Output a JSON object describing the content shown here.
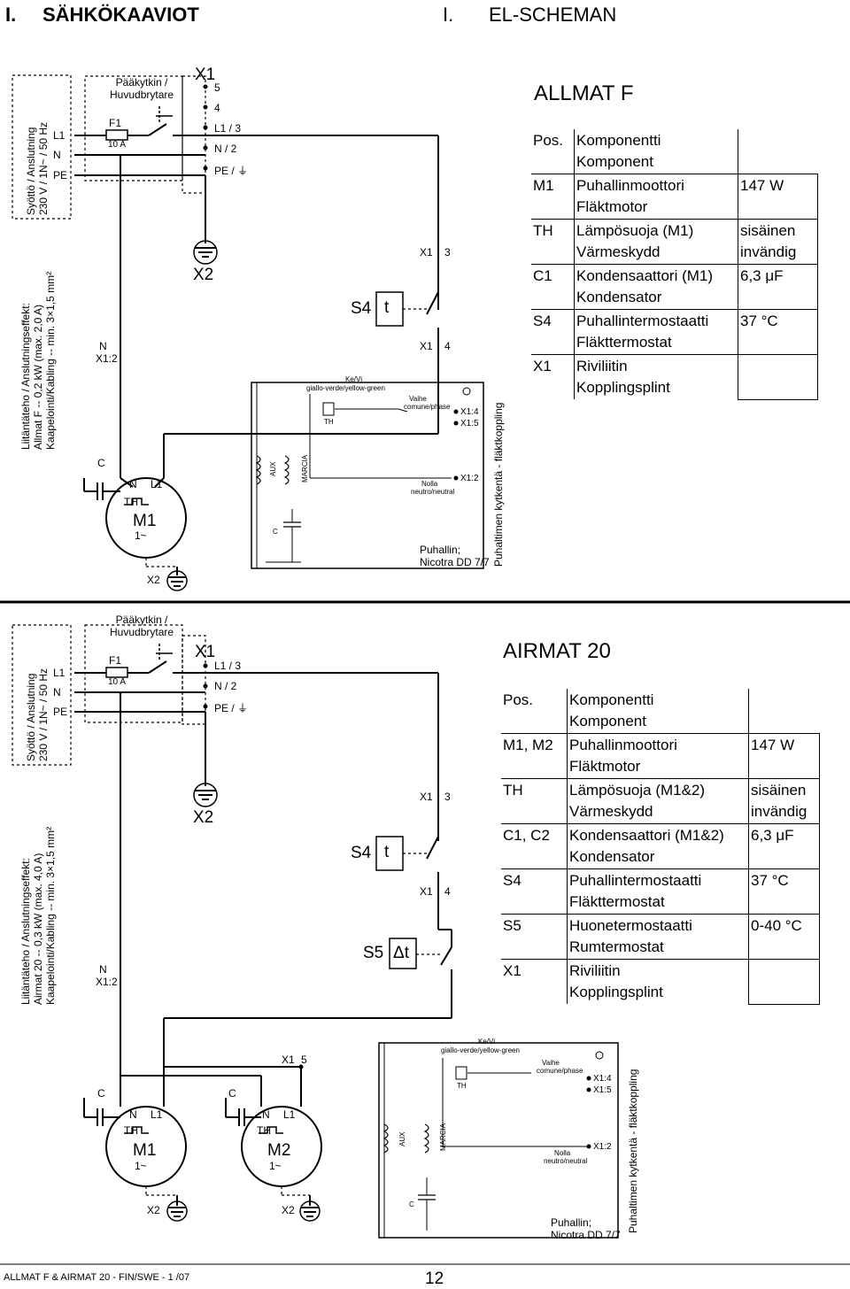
{
  "header": {
    "left_num": "I.",
    "left_title": "SÄHKÖKAAVIOT",
    "right_num": "I.",
    "right_title": "EL-SCHEMAN"
  },
  "diagram1": {
    "title": "ALLMAT F",
    "main_switch": [
      "Pääkytkin /",
      "Huvudbrytare"
    ],
    "supply_vertical": [
      "Syöttö / Anslutning",
      "230 V / 1N~ / 50 Hz"
    ],
    "power_vertical": [
      "Liitäntäteho / Anslutningseffekt:",
      "Allmat F  -- 0,2 kW (max. 2,0 A)",
      "Kaapelointi/Kabling -- min. 3×1,5 mm²"
    ],
    "terminals": [
      "L1",
      "N",
      "PE"
    ],
    "fuse": [
      "F1",
      "10 A"
    ],
    "x1_label": "X1",
    "x1_pins": [
      "5",
      "4",
      "L1 / 3",
      "N / 2",
      "PE / ⏚"
    ],
    "x2_label": "X2",
    "n_x12": [
      "N",
      "X1:2"
    ],
    "s4": "S4",
    "t_sym": "t",
    "x1_3": [
      "X1",
      "3"
    ],
    "x1_4": [
      "X1",
      "4"
    ],
    "motor": {
      "c": "C",
      "n": "N",
      "l1": "L1",
      "th": "TH",
      "m": "M1",
      "phase": "1~",
      "x2": "X2"
    },
    "fan_box": {
      "kel_vi": "Ke/Vi",
      "yg": "giallo-verde/yellow-green",
      "vaihe": "Vaihe",
      "phase": "comune/phase",
      "th": "TH",
      "x14": "X1:4",
      "x15": "X1:5",
      "x12": "X1:2",
      "nolla": "Nolla",
      "neutral": "neutro/neutral",
      "aux": "AUX",
      "marcia": "MARCIA",
      "c": "C",
      "model1": "Puhallin;",
      "model2": "Nicotra DD 7/7",
      "side": "Puhaltimen kytkentä - fläktkoppling"
    },
    "table": {
      "head_pos": "Pos.",
      "head_comp": [
        "Komponentti",
        "Komponent"
      ],
      "rows": [
        {
          "pos": "M1",
          "name": [
            "Puhallinmoottori",
            "Fläktmotor"
          ],
          "val": [
            "147 W"
          ]
        },
        {
          "pos": "TH",
          "name": [
            "Lämpösuoja (M1)",
            "Värmeskydd"
          ],
          "val": [
            "sisäinen",
            "invändig"
          ]
        },
        {
          "pos": "C1",
          "name": [
            "Kondensaattori (M1)",
            "Kondensator"
          ],
          "val": [
            "6,3 μF"
          ]
        },
        {
          "pos": "S4",
          "name": [
            "Puhallintermostaatti",
            "Fläkttermostat"
          ],
          "val": [
            "37 °C"
          ]
        },
        {
          "pos": "X1",
          "name": [
            "Riviliitin",
            "Kopplingsplint"
          ],
          "val": [
            ""
          ]
        }
      ]
    }
  },
  "diagram2": {
    "title": "AIRMAT 20",
    "main_switch": [
      "Pääkytkin /",
      "Huvudbrytare"
    ],
    "supply_vertical": [
      "Syöttö / Anslutning",
      "230 V / 1N~ / 50 Hz"
    ],
    "power_vertical": [
      "Liitäntäteho / Anslutningseffekt:",
      "Airmat 20  -- 0,3 kW (max. 4,0 A)",
      "Kaapelointi/Kabling -- min. 3×1,5 mm²"
    ],
    "terminals": [
      "L1",
      "N",
      "PE"
    ],
    "fuse": [
      "F1",
      "10 A"
    ],
    "x1_label": "X1",
    "x1_pins": [
      "L1 / 3",
      "N / 2",
      "PE / ⏚"
    ],
    "x2_label": "X2",
    "n_x12": [
      "N",
      "X1:2"
    ],
    "s4": "S4",
    "s5": "S5",
    "t_sym": "t",
    "dt_sym": "Δt",
    "x1_3": [
      "X1",
      "3"
    ],
    "x1_4": [
      "X1",
      "4"
    ],
    "x1_5": [
      "X1",
      "5"
    ],
    "motor1": {
      "c": "C",
      "n": "N",
      "l1": "L1",
      "th": "TH",
      "m": "M1",
      "phase": "1~",
      "x2": "X2"
    },
    "motor2": {
      "c": "C",
      "n": "N",
      "l1": "L1",
      "th": "TH",
      "m": "M2",
      "phase": "1~",
      "x2": "X2"
    },
    "fan_box": {
      "kel_vi": "Ke/Vi",
      "yg": "giallo-verde/yellow-green",
      "vaihe": "Vaihe",
      "phase": "comune/phase",
      "th": "TH",
      "x14": "X1:4",
      "x15": "X1:5",
      "x12": "X1:2",
      "nolla": "Nolla",
      "neutral": "neutro/neutral",
      "aux": "AUX",
      "marcia": "MARCIA",
      "c": "C",
      "model1": "Puhallin;",
      "model2": "Nicotra DD 7/7",
      "side": "Puhaltimen kytkentä - fläktkoppling"
    },
    "table": {
      "head_pos": "Pos.",
      "head_comp": [
        "Komponentti",
        "Komponent"
      ],
      "rows": [
        {
          "pos": "M1, M2",
          "name": [
            "Puhallinmoottori",
            "Fläktmotor"
          ],
          "val": [
            "147 W"
          ]
        },
        {
          "pos": "TH",
          "name": [
            "Lämpösuoja (M1&2)",
            "Värmeskydd"
          ],
          "val": [
            "sisäinen",
            "invändig"
          ]
        },
        {
          "pos": "C1, C2",
          "name": [
            "Kondensaattori (M1&2)",
            "Kondensator"
          ],
          "val": [
            "6,3 μF"
          ]
        },
        {
          "pos": "S4",
          "name": [
            "Puhallintermostaatti",
            "Fläkttermostat"
          ],
          "val": [
            "37 °C"
          ]
        },
        {
          "pos": "S5",
          "name": [
            "Huonetermostaatti",
            "Rumtermostat"
          ],
          "val": [
            "0-40 °C"
          ]
        },
        {
          "pos": "X1",
          "name": [
            "Riviliitin",
            "Kopplingsplint"
          ],
          "val": [
            ""
          ]
        }
      ]
    }
  },
  "footer": {
    "doc": "ALLMAT F & AIRMAT 20 - FIN/SWE - 1 /07",
    "page": "12"
  }
}
